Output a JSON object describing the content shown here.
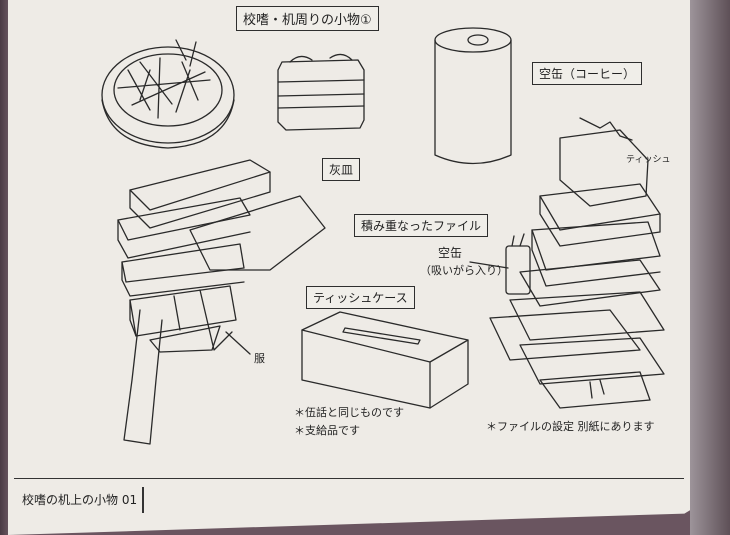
{
  "title": "校嗜・机周りの小物①",
  "labels": {
    "ashtray": "灰皿",
    "files": "積み重なったファイル",
    "empty_can": "空缶（コーヒー）",
    "tissue_case": "ティッシュケース",
    "empty_cup": "空缶",
    "empty_cup_sub": "（吸いがら入り）",
    "clothes": "服",
    "tissue_small": "ティッシュ"
  },
  "notes": {
    "note1": "＊伍話と同じものです",
    "note2": "＊支給品です",
    "note3": "＊ファイルの設定 別紙にあります"
  },
  "footer": {
    "text": "校嗜の机上の小物 01"
  }
}
